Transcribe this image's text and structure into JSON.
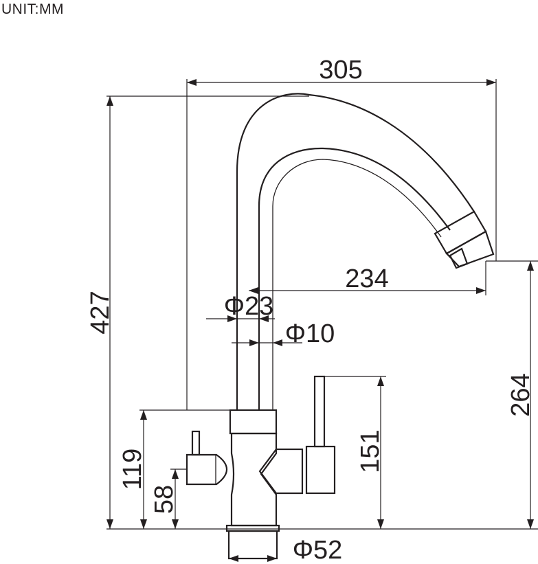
{
  "unit_label": "UNIT:MM",
  "dimensions": {
    "overall_width": "305",
    "overall_height": "427",
    "spout_reach": "234",
    "spout_outlet_height": "264",
    "spout_diameter": "Φ23",
    "inner_tube_diameter": "Φ10",
    "lever_height": "151",
    "body_height": "119",
    "side_handle_height": "58",
    "base_diameter": "Φ52"
  }
}
